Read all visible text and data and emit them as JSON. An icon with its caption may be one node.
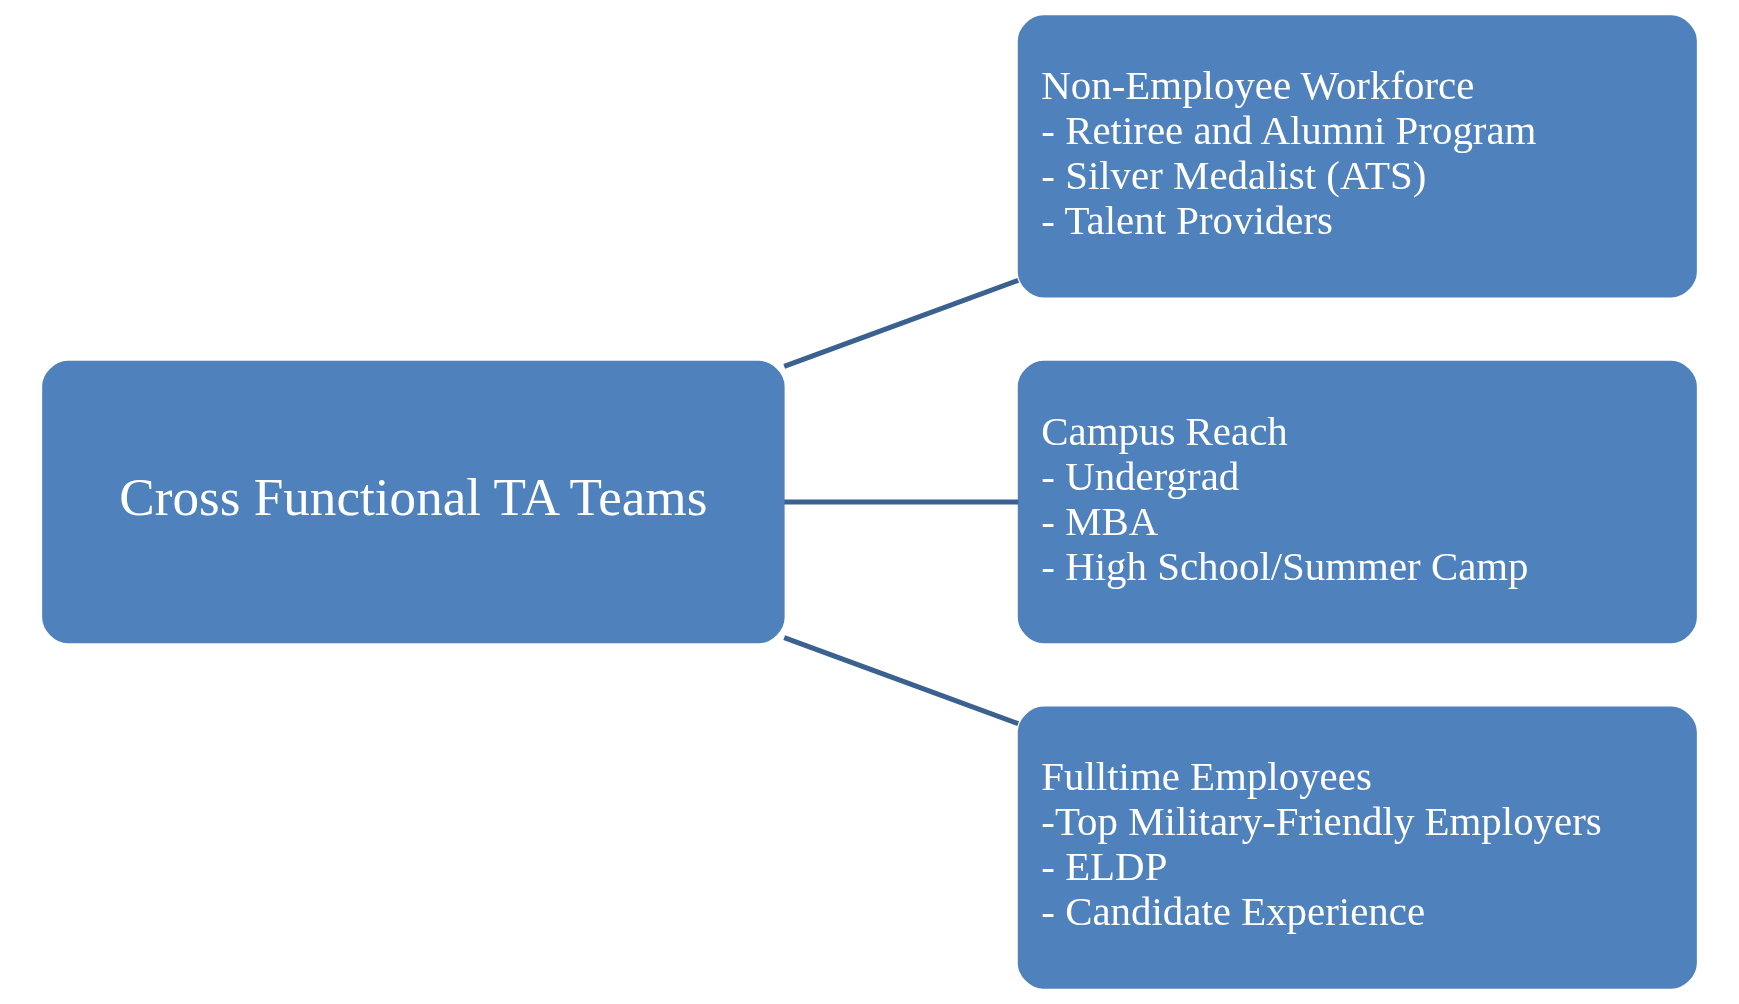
{
  "diagram": {
    "nodes": [
      {
        "text": [
          "Cross Functional TA Teams"
        ]
      },
      {
        "text": [
          "Non-Employee Workforce",
          "- Retiree and Alumni Program",
          "- Silver Medalist (ATS)",
          "- Talent Providers"
        ]
      },
      {
        "text": [
          "Campus Reach",
          "- Undergrad",
          "- MBA",
          "- High School/Summer Camp"
        ]
      },
      {
        "text": [
          "Fulltime Employees",
          "-Top Military-Friendly Employers",
          "- ELDP",
          "- Candidate Experience"
        ]
      }
    ],
    "edges": [
      {
        "from": 0,
        "to": 1,
        "arrow": "none"
      },
      {
        "from": 0,
        "to": 2,
        "arrow": "none"
      },
      {
        "from": 0,
        "to": 3,
        "arrow": "none"
      }
    ]
  }
}
